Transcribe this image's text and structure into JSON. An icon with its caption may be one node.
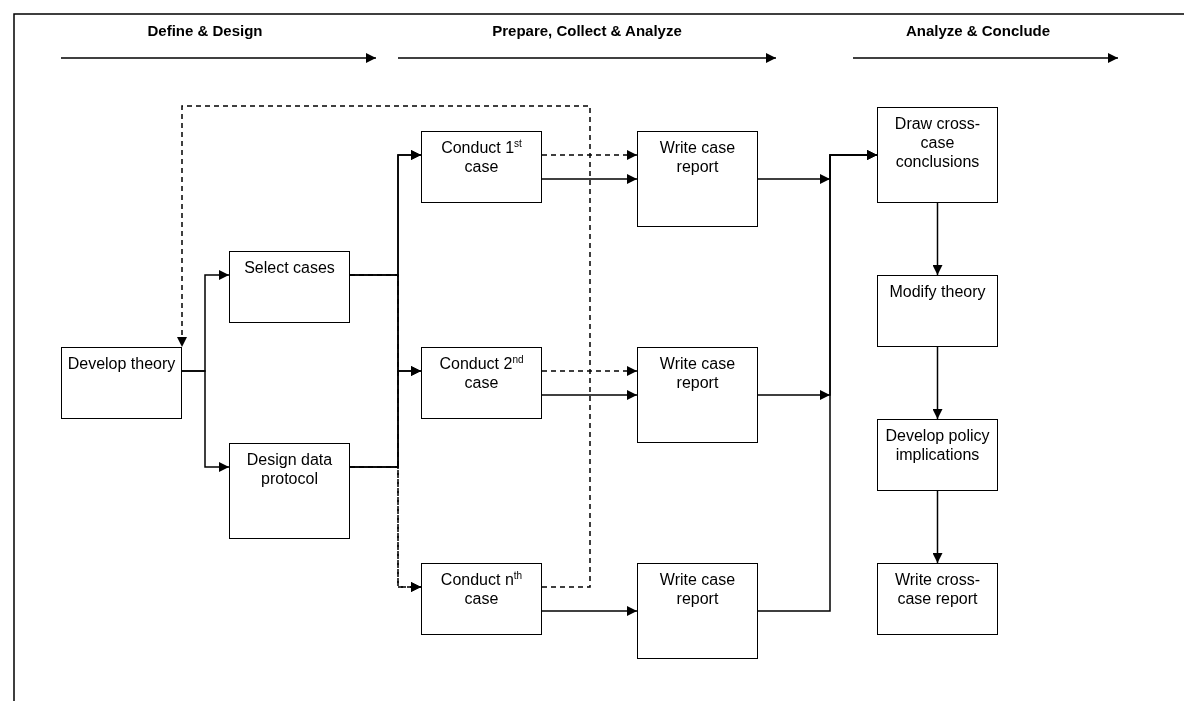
{
  "diagram": {
    "nodes": [
      {
        "text": [
          "Develop theory"
        ]
      },
      {
        "text": [
          "Select cases"
        ]
      },
      {
        "text": [
          "Design data protocol"
        ]
      },
      {
        "text": [
          "Conduct 1$^{st}$ case"
        ]
      },
      {
        "text": [
          "Conduct 2$^{nd}$ case"
        ]
      },
      {
        "text": [
          "Conduct n$^{th}$ case"
        ]
      },
      {
        "text": [
          "Write case report"
        ]
      },
      {
        "text": [
          "Write case report"
        ]
      },
      {
        "text": [
          "Write case report"
        ]
      },
      {
        "text": [
          "Draw cross-case conclusions"
        ]
      },
      {
        "text": [
          "Modify theory"
        ]
      },
      {
        "text": [
          "Develop policy implications"
        ]
      },
      {
        "text": [
          "Write cross-case report"
        ]
      }
    ],
    "edges": [
      {
        "from": 0,
        "to": 1,
        "arrow": "to"
      },
      {
        "from": 0,
        "to": 2,
        "arrow": "to"
      },
      {
        "from": 1,
        "to": 3,
        "arrow": "to"
      },
      {
        "from": 1,
        "to": 4,
        "arrow": "to"
      },
      {
        "from": 1,
        "to": 5,
        "arrow": "to",
        "style": "dashed"
      },
      {
        "from": 2,
        "to": 3,
        "arrow": "to"
      },
      {
        "from": 2,
        "to": 4,
        "arrow": "to"
      },
      {
        "from": 2,
        "to": 5,
        "arrow": "to",
        "style": "dashed"
      },
      {
        "from": 3,
        "to": 6,
        "arrow": "to",
        "style": "dashed"
      },
      {
        "from": 3,
        "to": 6,
        "arrow": "to"
      },
      {
        "from": 4,
        "to": 7,
        "arrow": "to",
        "style": "dashed"
      },
      {
        "from": 4,
        "to": 7,
        "arrow": "to"
      },
      {
        "from": 5,
        "to": 8,
        "arrow": "to"
      },
      {
        "from": 5,
        "to": 0,
        "arrow": "to",
        "style": "dashed"
      },
      {
        "from": 6,
        "to": 9,
        "arrow": "to"
      },
      {
        "from": 7,
        "to": 9,
        "arrow": "to"
      },
      {
        "from": 8,
        "to": 9,
        "arrow": "to"
      },
      {
        "from": 9,
        "to": 10,
        "arrow": "to"
      },
      {
        "from": 10,
        "to": 11,
        "arrow": "to"
      },
      {
        "from": 11,
        "to": 12,
        "arrow": "to"
      }
    ],
    "labels": [
      "Define & Design",
      "Prepare, Collect & Analyze",
      "Analyze & Conclude"
    ]
  }
}
